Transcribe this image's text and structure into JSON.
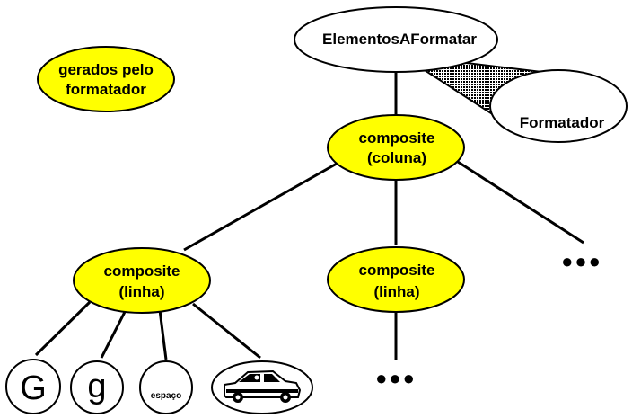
{
  "legend": {
    "line1": "gerados pelo",
    "line2": "formatador"
  },
  "root": {
    "label": "ElementosAFormatar"
  },
  "formatter": {
    "label": "Formatador"
  },
  "column": {
    "line1": "composite",
    "line2": "(coluna)"
  },
  "row_left": {
    "line1": "composite",
    "line2": "(linha)"
  },
  "row_mid": {
    "line1": "composite",
    "line2": "(linha)"
  },
  "leaves": {
    "g_upper": "G",
    "g_lower": "g",
    "space": "espaço"
  },
  "ellipsis_right": "●●●",
  "ellipsis_bottom": "●●●",
  "colors": {
    "generated_fill": "#ffff00",
    "stroke": "#000000",
    "background": "#ffffff"
  }
}
